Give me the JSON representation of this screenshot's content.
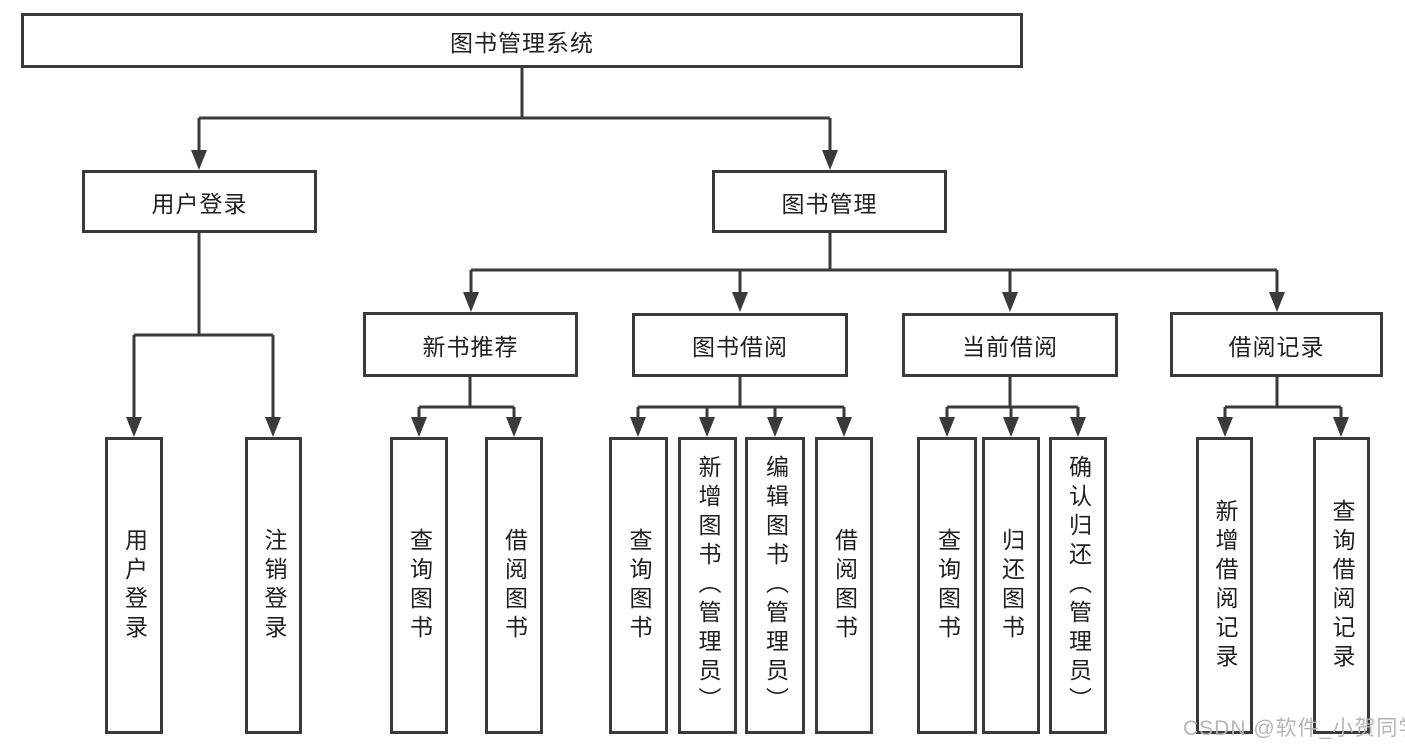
{
  "diagram": {
    "title": "图书管理系统",
    "branches": {
      "user_login": {
        "label": "用户登录",
        "children": [
          "用户登录",
          "注销登录"
        ]
      },
      "book_management": {
        "label": "图书管理",
        "sections": [
          {
            "label": "新书推荐",
            "children": [
              "查询图书",
              "借阅图书"
            ]
          },
          {
            "label": "图书借阅",
            "children": [
              "查询图书",
              "新增图书（管理员）",
              "编辑图书（管理员）",
              "借阅图书"
            ]
          },
          {
            "label": "当前借阅",
            "children": [
              "查询图书",
              "归还图书",
              "确认归还（管理员）"
            ]
          },
          {
            "label": "借阅记录",
            "children": [
              "新增借阅记录",
              "查询借阅记录"
            ]
          }
        ]
      }
    }
  },
  "watermark": "CSDN @软件_小贺同学",
  "colors": {
    "line": "#3a3a3a",
    "text": "#1f1f1f",
    "watermark": "#b5b5b5",
    "background": "#ffffff"
  }
}
